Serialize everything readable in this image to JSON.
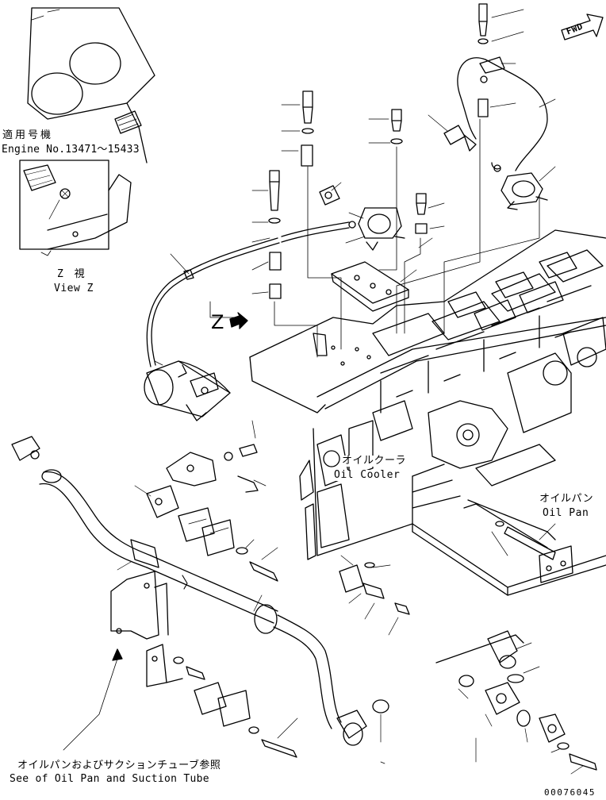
{
  "applicable_serial": {
    "line1": "適用号機",
    "line2": "Engine No.13471～15433"
  },
  "view_z": {
    "jp": "Z 視",
    "en": "View Z",
    "marker": "Z"
  },
  "fwd_label": "FWD",
  "oil_cooler": {
    "jp": "オイルクーラ",
    "en": "Oil Cooler"
  },
  "oil_pan": {
    "jp": "オイルパン",
    "en": "Oil Pan"
  },
  "reference_note": {
    "jp": "オイルパンおよびサクションチューブ参照",
    "en": "See of Oil Pan and Suction Tube"
  },
  "drawing_number": "00076045"
}
